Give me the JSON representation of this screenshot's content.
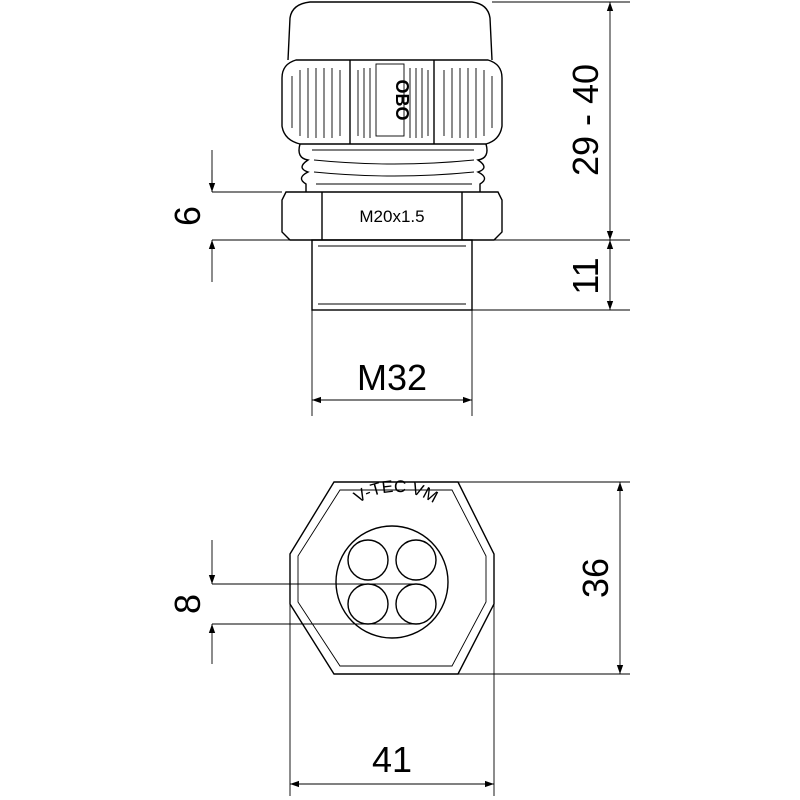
{
  "side_view": {
    "thread_label": "M20x1.5",
    "brand_logo": "OBO",
    "dimensions": {
      "total_height": "29 - 40",
      "wrench_height": "6",
      "thread_length": "11",
      "thread_size": "M32"
    }
  },
  "top_view": {
    "product_label": "V-TEC VM",
    "dimensions": {
      "across_flats": "36",
      "across_corners": "41",
      "hole_diameter": "8"
    }
  }
}
